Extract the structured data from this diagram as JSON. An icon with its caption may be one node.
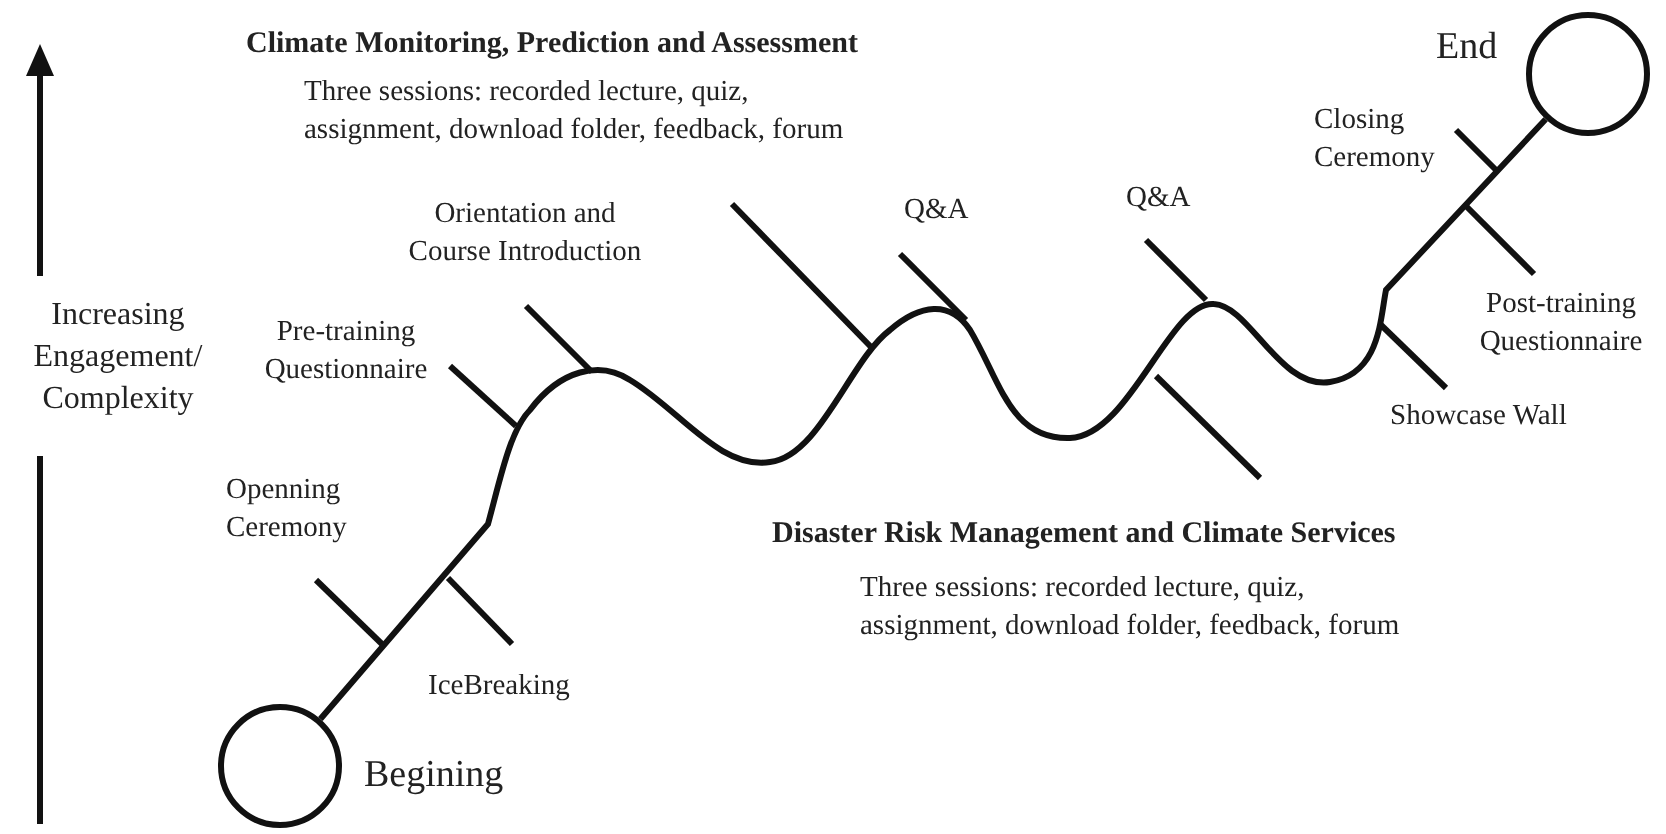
{
  "diagram": {
    "nodes": [
      {
        "text": [],
        "shape": "circle",
        "beside": [
          "Begining"
        ]
      },
      {
        "text": [],
        "shape": "circle",
        "beside": [
          "End"
        ]
      }
    ],
    "edges": [
      {
        "from": 0,
        "to": 1,
        "arrow": "none"
      }
    ],
    "labels": [
      "Climate Monitoring, Prediction and Assessment",
      "Three sessions: recorded lecture, quiz, assignment, download folder, feedback, forum",
      "Closing Ceremony",
      "Orientation and Course Introduction",
      "Q&A",
      "Q&A",
      "Increasing Engagement/ Complexity",
      "Pre-training Questionnaire",
      "Post-training Questionnaire",
      "Showcase Wall",
      "Openning Ceremony",
      "Disaster Risk Management and Climate Services",
      "Three sessions: recorded lecture, quiz, assignment, download folder, feedback, forum",
      "IceBreaking"
    ]
  }
}
